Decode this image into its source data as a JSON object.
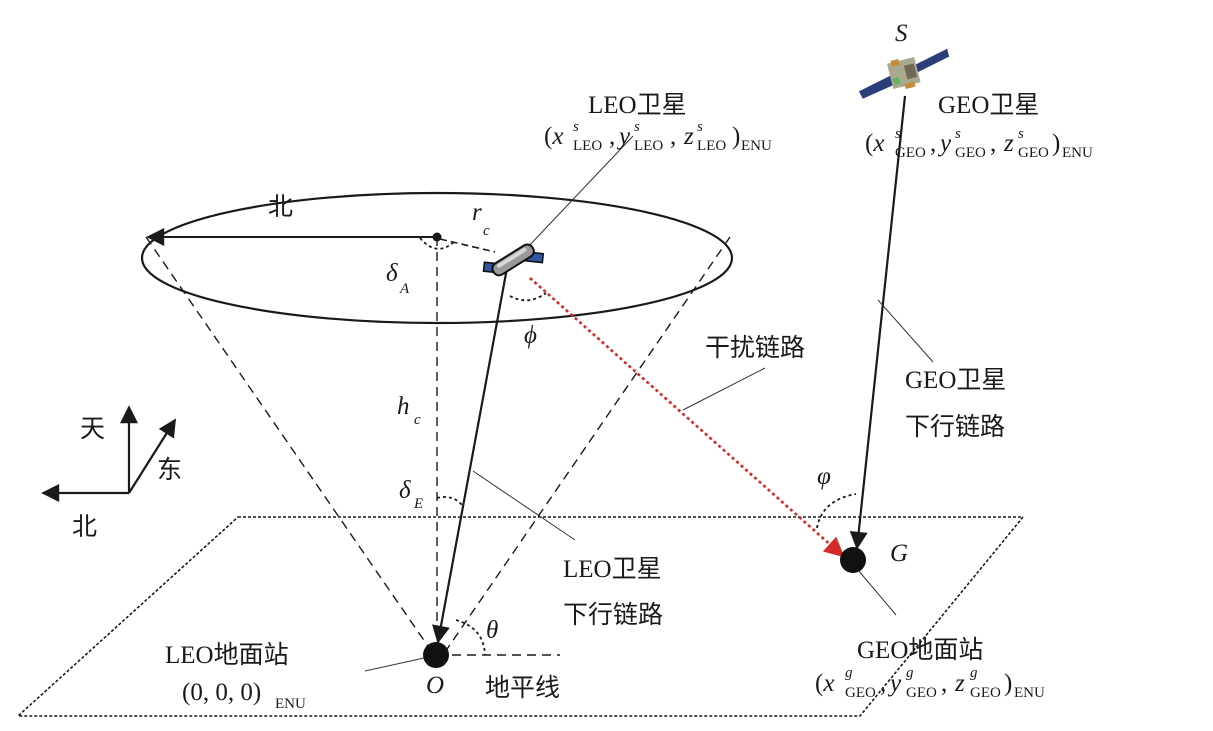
{
  "title": "LEO-GEO satellite interference geometry in ENU coordinates",
  "colors": {
    "line": "#1a1a1a",
    "interference": "#d42a2a",
    "solar_panel": "#2f55a4"
  },
  "labels": {
    "leo_satellite": "LEO卫星",
    "leo_sat_coord": {
      "x": "x",
      "y": "y",
      "z": "z",
      "sup": "s",
      "sub": "LEO",
      "frame": "ENU"
    },
    "geo_satellite": "GEO卫星",
    "geo_sat_coord": {
      "x": "x",
      "y": "y",
      "z": "z",
      "sup": "s",
      "sub": "GEO",
      "frame": "ENU"
    },
    "geo_sat_point": "S",
    "north_ellipse": "北",
    "r_c": {
      "main": "r",
      "sub": "c"
    },
    "delta_A": {
      "main": "δ",
      "sub": "A"
    },
    "phi": "ϕ",
    "h_c": {
      "main": "h",
      "sub": "c"
    },
    "delta_E": {
      "main": "δ",
      "sub": "E"
    },
    "interference_link": "干扰链路",
    "geo_downlink_line1": "GEO卫星",
    "geo_downlink_line2": "下行链路",
    "varphi": "φ",
    "geo_ground_point": "G",
    "leo_downlink_line1": "LEO卫星",
    "leo_downlink_line2": "下行链路",
    "theta": "θ",
    "origin": "O",
    "horizon": "地平线",
    "leo_ground_station": "LEO地面站",
    "leo_gs_coord": "(0, 0, 0)",
    "leo_gs_frame": "ENU",
    "geo_ground_station": "GEO地面站",
    "geo_gs_coord": {
      "x": "x",
      "y": "y",
      "z": "z",
      "sup": "g",
      "sub": "GEO",
      "frame": "ENU"
    },
    "axis_up": "天",
    "axis_east": "东",
    "axis_north": "北"
  }
}
